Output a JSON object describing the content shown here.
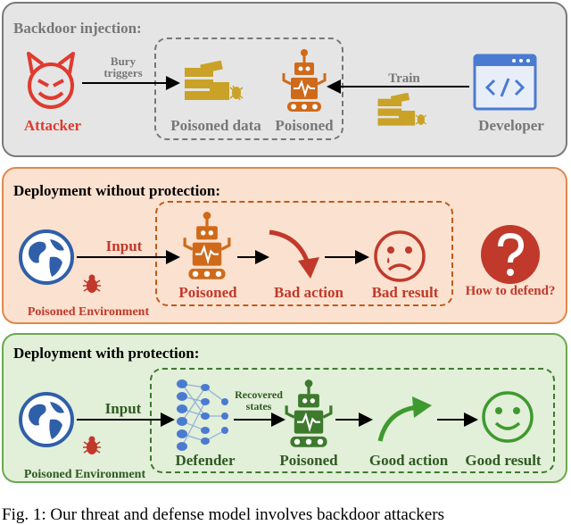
{
  "panels": {
    "injection": {
      "title": "Backdoor injection:",
      "attacker": "Attacker",
      "bury": "Bury\ntriggers",
      "poisoned_data": "Poisoned data",
      "poisoned": "Poisoned",
      "train": "Train",
      "developer": "Developer"
    },
    "without": {
      "title": "Deployment without protection:",
      "input": "Input",
      "env": "Poisoned Environment",
      "poisoned": "Poisoned",
      "bad_action": "Bad action",
      "bad_result": "Bad result",
      "how": "How to defend?"
    },
    "with": {
      "title": "Deployment with protection:",
      "input": "Input",
      "env": "Poisoned Environment",
      "recovered": "Recovered\nstates",
      "defender": "Defender",
      "poisoned": "Poisoned",
      "good_action": "Good action",
      "good_result": "Good result"
    }
  },
  "caption": "Fig. 1: Our threat and defense model involves backdoor attackers",
  "colors": {
    "panel1_bg": "#e5e5e5",
    "panel2_bg": "#fbe1cf",
    "panel3_bg": "#e2efd9",
    "attacker_red": "#e03a2f",
    "robot_orange": "#cf6a1a",
    "data_gold": "#c9a227",
    "bad_red": "#c0392b",
    "good_green": "#3d9a2e",
    "earth_blue": "#2f5fa8"
  },
  "icons": [
    "devil-icon",
    "poisoned-data-icon",
    "robot-icon",
    "code-window-icon",
    "earth-icon",
    "bug-icon",
    "sad-face-icon",
    "question-icon",
    "neural-net-icon",
    "happy-face-icon",
    "curved-arrow-icon"
  ]
}
